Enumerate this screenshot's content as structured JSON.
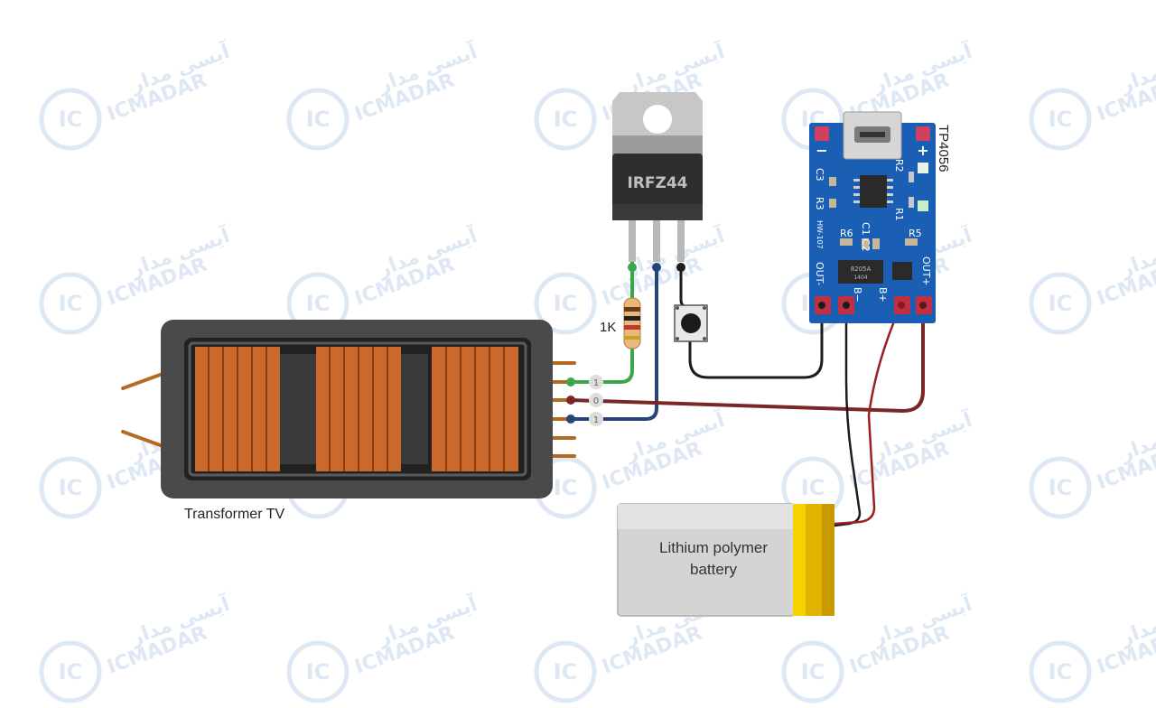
{
  "colors": {
    "background": "#ffffff",
    "watermark": "#d9e4f4",
    "wire_green": "#3aa64a",
    "wire_blue": "#24457a",
    "wire_red": "#7a2626",
    "wire_black": "#1c1c1c",
    "copper": "#c96a2c",
    "transformer_core": "#4a4a4a",
    "module_blue": "#1a5fb4",
    "battery_body": "#d4d4d4",
    "battery_tab": "#e2b400"
  },
  "watermark": {
    "brand": "ICMADAR",
    "logo_text": "IC",
    "logo_sub": "MADAR",
    "persian": "آیسی مدار"
  },
  "mosfet": {
    "label": "IRFZ44"
  },
  "resistor": {
    "label": "1K"
  },
  "charger": {
    "label": "TP4056",
    "model": "HW-107",
    "chip": "8205A",
    "chip_code": "1404",
    "minus": "−",
    "plus": "+",
    "silk": {
      "c3": "C3",
      "r3": "R3",
      "r2": "R2",
      "r1": "R1",
      "r6": "R6",
      "c1": "C1",
      "c2": "C2",
      "r5": "R5",
      "out_minus": "OUT-",
      "out_plus": "OUT+",
      "b_minus": "B−",
      "b_plus": "B+"
    }
  },
  "transformer": {
    "label": "Transformer TV",
    "pin_markers": [
      "1",
      "0",
      "1"
    ]
  },
  "battery": {
    "label_line1": "Lithium polymer",
    "label_line2": "battery"
  }
}
